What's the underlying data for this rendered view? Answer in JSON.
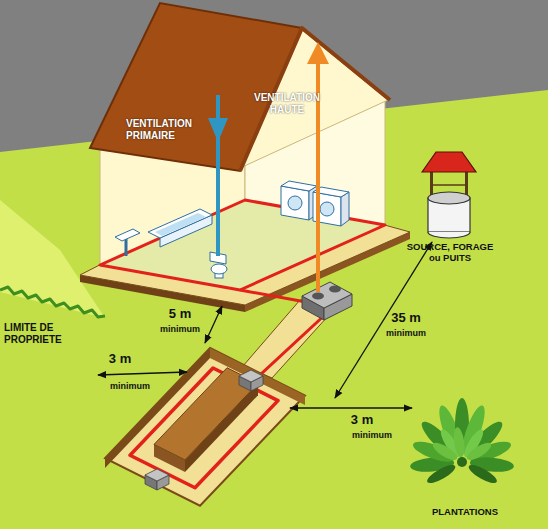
{
  "diagram": {
    "labels": [
      "VENTILATION HAUTE",
      "VENTILATION PRIMAIRE",
      "SOURCE, FORAGE ou PUITS",
      "LIMITE DE PROPRIETE",
      "5 m",
      "minimum",
      "35 m",
      "minimum",
      "3 m",
      "minimum",
      "3 m",
      "minimum",
      "PLANTATIONS"
    ]
  }
}
